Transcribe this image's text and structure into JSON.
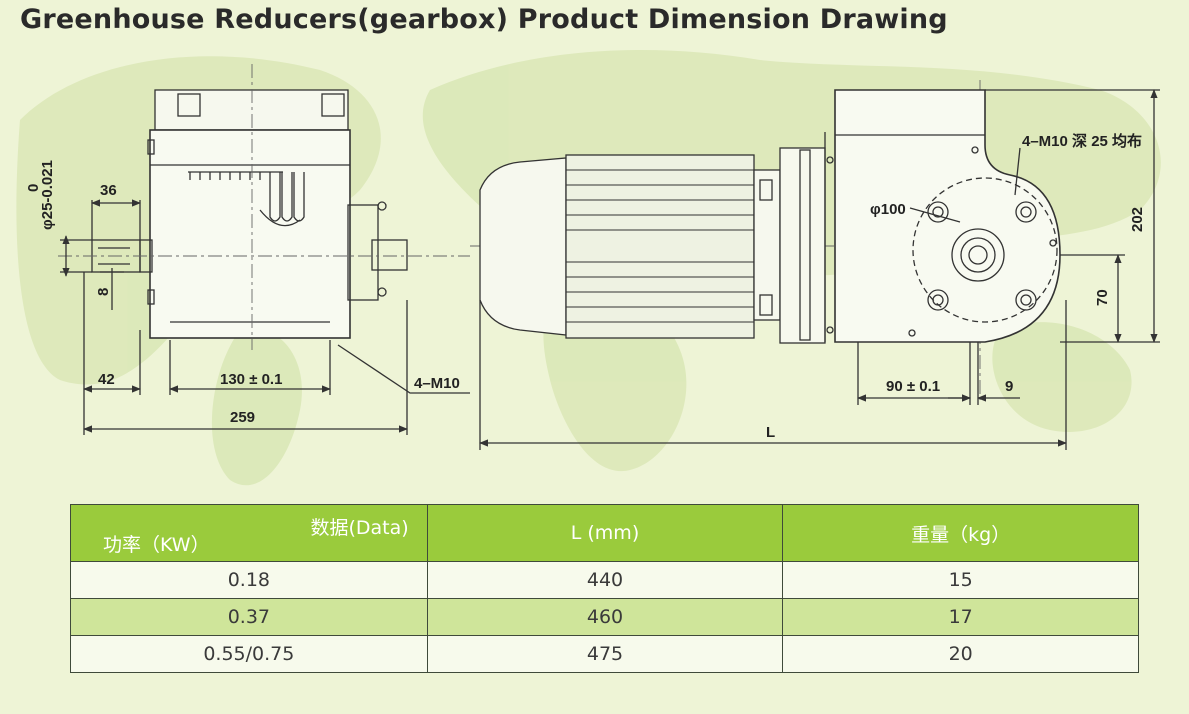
{
  "title": "Greenhouse Reducers(gearbox) Product Dimension Drawing",
  "dimensions": {
    "shaft_dia": "φ25-0.021",
    "shaft_dia_upper": "0",
    "d36": "36",
    "d8": "8",
    "d42": "42",
    "d130": "130 ± 0.1",
    "d259": "259",
    "bolt_note": "4–M10",
    "L": "L",
    "phi100": "φ100",
    "bolt_note2": "4–M10 深 25 均布",
    "d202": "202",
    "d70": "70",
    "d90": "90 ± 0.1",
    "d9": "9"
  },
  "table": {
    "header_data": "数据(Data)",
    "header_power": "功率（KW）",
    "header_L": "L (mm)",
    "header_weight": "重量（kg）",
    "rows": [
      {
        "power": "0.18",
        "L": "440",
        "weight": "15"
      },
      {
        "power": "0.37",
        "L": "460",
        "weight": "17"
      },
      {
        "power": "0.55/0.75",
        "L": "475",
        "weight": "20"
      }
    ]
  },
  "colors": {
    "header_green": "#9acb3c",
    "highlight_row": "#cfe59a",
    "background": "#eef4d6"
  }
}
